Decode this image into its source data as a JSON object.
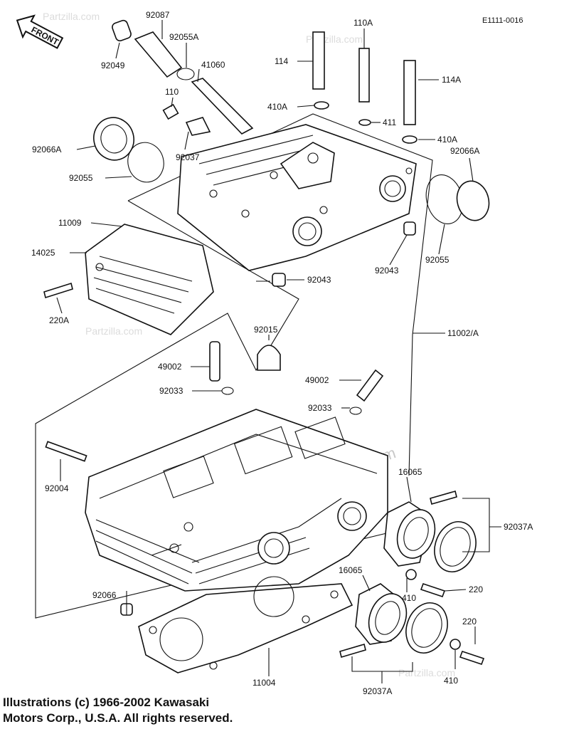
{
  "diagram_code": "E1111-0016",
  "front_label": "FRONT",
  "credit": {
    "line1": "Illustrations (c) 1966-2002 Kawasaki",
    "line2": "Motors Corp., U.S.A.  All rights reserved."
  },
  "watermarks": [
    "© Partzilla.com",
    "Partzilla.com"
  ],
  "parts": {
    "p92087": "92087",
    "p92049": "92049",
    "p92055A": "92055A",
    "p41060": "41060",
    "p110": "110",
    "p92037": "92037",
    "p92066A_left": "92066A",
    "p92055_left": "92055",
    "p11009": "11009",
    "p14025": "14025",
    "p220A": "220A",
    "p110A": "110A",
    "p114": "114",
    "p114A": "114A",
    "p410A_left": "410A",
    "p411": "411",
    "p410A_right": "410A",
    "p92066A_right": "92066A",
    "p92055_right": "92055",
    "p92043_right": "92043",
    "p92043_center": "92043",
    "p92015": "92015",
    "p11002A": "11002/A",
    "p49002_left": "49002",
    "p92033_left": "92033",
    "p49002_right": "49002",
    "p92033_right": "92033",
    "p92004": "92004",
    "p16065_top": "16065",
    "p92037A_right": "92037A",
    "p92066": "92066",
    "p16065_bottom": "16065",
    "p410_mid": "410",
    "p220_mid": "220",
    "p220_low": "220",
    "p11004": "11004",
    "p92037A_bottom": "92037A",
    "p410_low": "410"
  }
}
